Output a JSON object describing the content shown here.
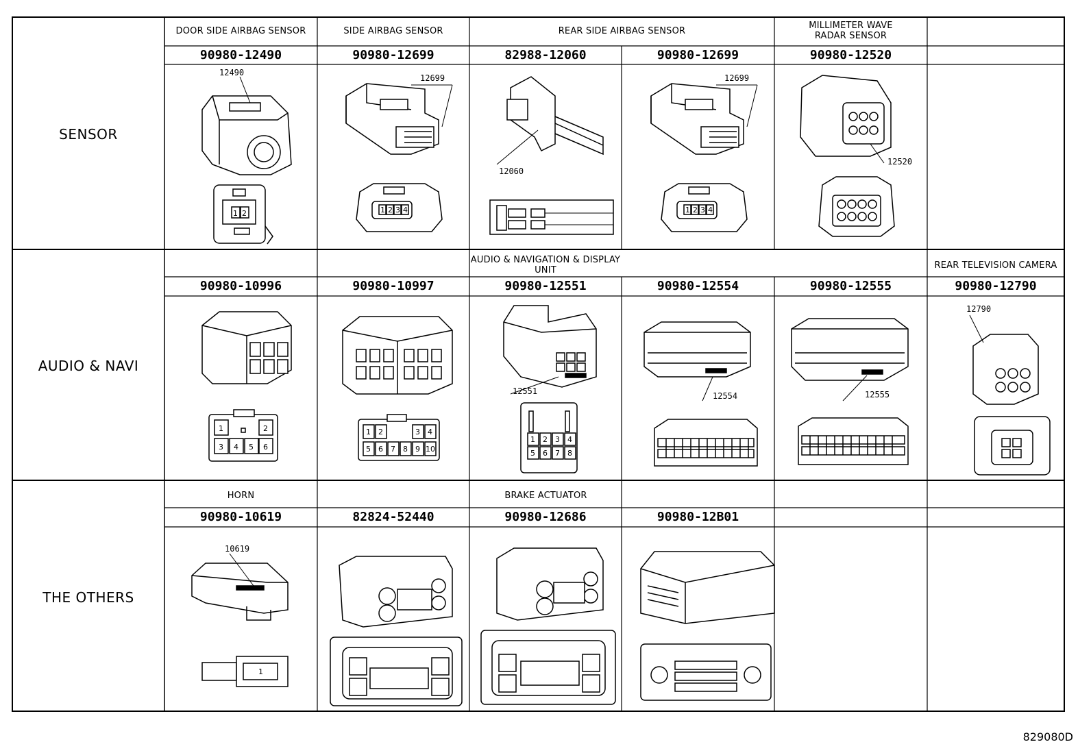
{
  "groups": [
    {
      "label": "SENSOR",
      "headers": [
        "DOOR SIDE AIRBAG SENSOR",
        "SIDE AIRBAG SENSOR",
        "REAR SIDE AIRBAG SENSOR",
        "MILLIMETER WAVE\nRADAR SENSOR",
        ""
      ],
      "parts": [
        "90980-12490",
        "90980-12699",
        "82988-12060",
        "90980-12699",
        "90980-12520",
        ""
      ],
      "callouts": [
        "12490",
        "12699",
        "12060",
        "12699",
        "12520"
      ]
    },
    {
      "label": "AUDIO & NAVI",
      "headers": [
        "AUDIO & NAVIGATION & DISPLAY\nUNIT",
        "REAR TELEVISION CAMERA"
      ],
      "parts": [
        "90980-10996",
        "90980-10997",
        "90980-12551",
        "90980-12554",
        "90980-12555",
        "90980-12790"
      ],
      "callouts": [
        "12551",
        "12554",
        "12555",
        "12790"
      ]
    },
    {
      "label": "THE OTHERS",
      "headers": [
        "HORN",
        "BRAKE ACTUATOR",
        "",
        ""
      ],
      "parts": [
        "90980-10619",
        "82824-52440",
        "90980-12686",
        "90980-12B01",
        "",
        ""
      ],
      "callouts": [
        "10619"
      ]
    }
  ],
  "pin_labels": {
    "c12490": [
      "1",
      "2"
    ],
    "c12699": [
      "1",
      "2",
      "3",
      "4"
    ],
    "c10996": [
      "1",
      "2",
      "3",
      "4",
      "5",
      "6"
    ],
    "c10997": [
      "1",
      "2",
      "3",
      "4",
      "5",
      "6",
      "7",
      "8",
      "9",
      "10"
    ],
    "c12551": [
      "1",
      "2",
      "3",
      "4",
      "5",
      "6",
      "7",
      "8"
    ],
    "c10619": [
      "1"
    ]
  },
  "figure_id": "829080D",
  "colors": {
    "line": "#000000",
    "background": "#ffffff"
  }
}
